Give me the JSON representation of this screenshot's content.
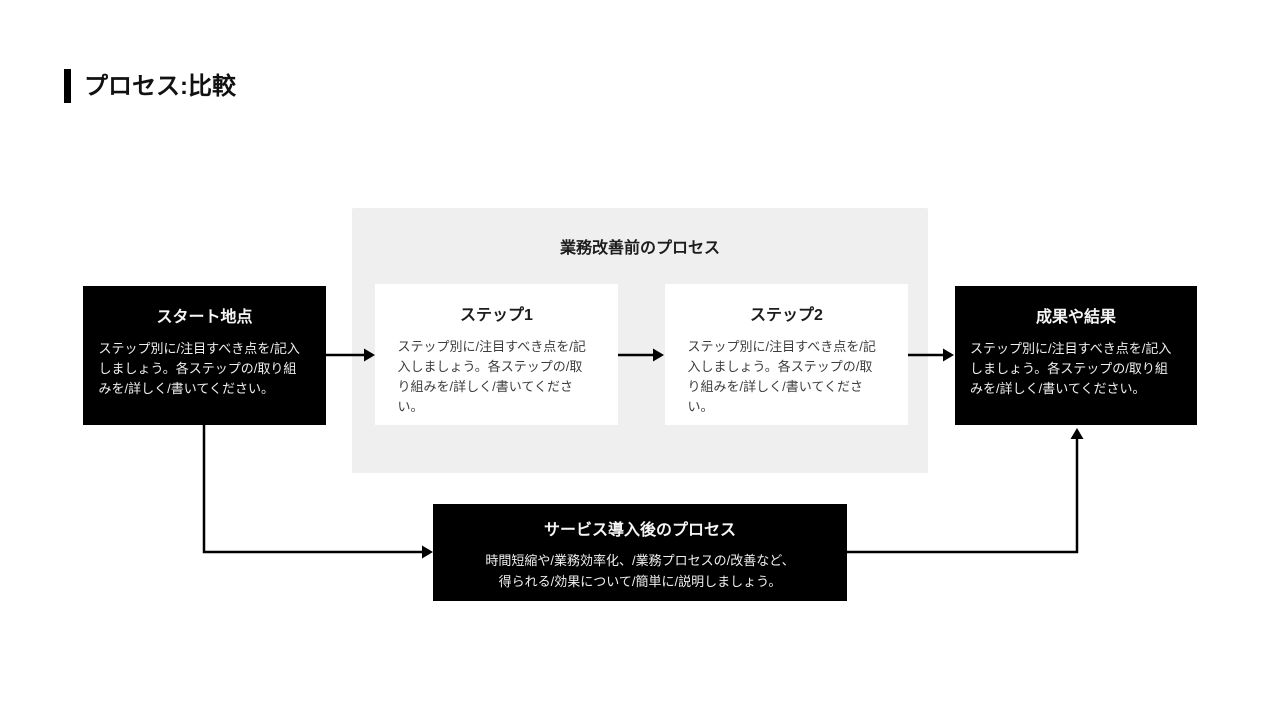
{
  "page": {
    "title": "プロセス:比較"
  },
  "diagram": {
    "group": {
      "title": "業務改善前のプロセス"
    },
    "nodes": {
      "start": {
        "title": "スタート地点",
        "body": "ステップ別に/注目すべき点を/記入\nしましょう。各ステップの/取り組\nみを/詳しく/書いてください。"
      },
      "step1": {
        "title": "ステップ1",
        "body": "ステップ別に/注目すべき点を/記\n入しましょう。各ステップの/取\nり組みを/詳しく/書いてくださ\nい。"
      },
      "step2": {
        "title": "ステップ2",
        "body": "ステップ別に/注目すべき点を/記\n入しましょう。各ステップの/取\nり組みを/詳しく/書いてくださ\nい。"
      },
      "result": {
        "title": "成果や結果",
        "body": "ステップ別に/注目すべき点を/記入\nしましょう。各ステップの/取り組\nみを/詳しく/書いてください。"
      },
      "after": {
        "title": "サービス導入後のプロセス",
        "body": "時間短縮や/業務効率化、/業務プロセスの/改善など、\n得られる/効果について/簡単に/説明しましょう。"
      }
    },
    "colors": {
      "node_bg": "#000000",
      "node_text": "#f0f0f0",
      "group_bg": "#efefef",
      "card_bg": "#ffffff",
      "arrow": "#000000",
      "accent": "#000000"
    }
  }
}
